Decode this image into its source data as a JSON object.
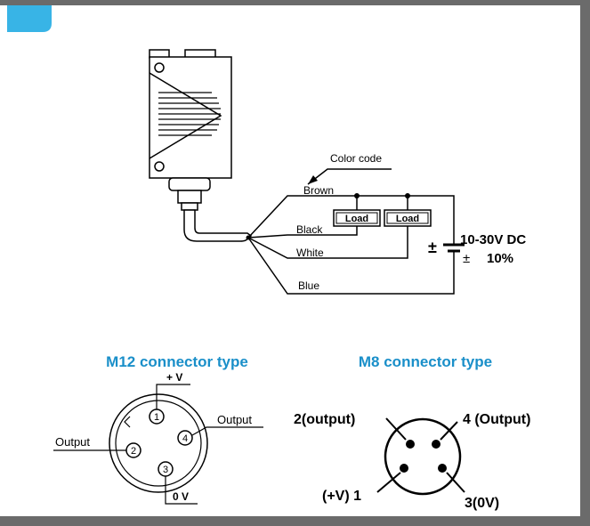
{
  "colors": {
    "accent": "#38b4e6",
    "title": "#1a8fc9",
    "frame": "#6b6b6b",
    "line": "#000000"
  },
  "wiring": {
    "color_code_label": "Color code",
    "wires": {
      "brown": "Brown",
      "black": "Black",
      "white": "White",
      "blue": "Blue"
    },
    "load_1": "Load",
    "load_2": "Load",
    "polarity": "±",
    "supply_voltage": "10-30V DC",
    "supply_tolerance_symbol": "±",
    "supply_tolerance": "10%"
  },
  "m12": {
    "title": "M12 connector type",
    "pins": [
      "1",
      "2",
      "3",
      "4"
    ],
    "label_plus_v": "+ V",
    "label_output_left": "Output",
    "label_output_right": "Output",
    "label_zero_v": "0 V"
  },
  "m8": {
    "title": "M8 connector type",
    "label_pin2": "2(output)",
    "label_pin4": "4 (Output)",
    "label_pin1": "(+V) 1",
    "label_pin3": "3(0V)"
  }
}
